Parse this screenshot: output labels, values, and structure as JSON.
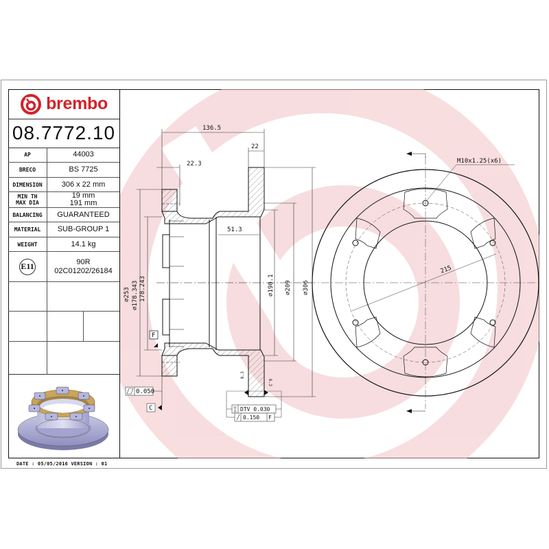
{
  "header": {
    "brand": "brembo",
    "part_number": "08.7772.10"
  },
  "specs": [
    {
      "key": "AP",
      "value": "44003"
    },
    {
      "key": "BRECO",
      "value": "BS 7725"
    },
    {
      "key": "DIMENSION",
      "value": "306 x 22 mm"
    },
    {
      "key": "MIN TH",
      "key2": "MAX DIA",
      "value": "19 mm",
      "value2": "191 mm"
    },
    {
      "key": "BALANCING",
      "value": "GUARANTEED"
    },
    {
      "key": "MATERIAL",
      "value": "SUB-GROUP 1"
    },
    {
      "key": "WEIGHT",
      "value": "14.1 kg"
    }
  ],
  "approval": {
    "mark": "E11",
    "line1": "90R",
    "line2": "02C01202/26184"
  },
  "footer": {
    "date_line": "DATE : 05/05/2016 VERSION : 01"
  },
  "drawing": {
    "dims": {
      "overall_height": "136.5",
      "disc_thickness": "22",
      "hub_flange": "22.3",
      "inner_depth": "51.3",
      "dia_253": "⌀253",
      "dia_178_343": "⌀178.343",
      "dia_178_243": "178.243",
      "dia_190_1": "⌀190.1",
      "dia_209": "⌀209",
      "dia_306": "⌀306",
      "pcd": "215",
      "thread": "M10x1.25(x6)"
    },
    "tolerances": {
      "flatness": "0.050",
      "datum_c": "C",
      "datum_f": "F",
      "dtv": "DTV 0.030",
      "runout": "0.150",
      "runout_datum": "F",
      "roughness_left": "6.3",
      "roughness_right": "6.3"
    }
  },
  "colors": {
    "brand_red": "#d2232a",
    "watermark": "#f6d9da",
    "line": "#111111",
    "hatch": "#555555"
  }
}
